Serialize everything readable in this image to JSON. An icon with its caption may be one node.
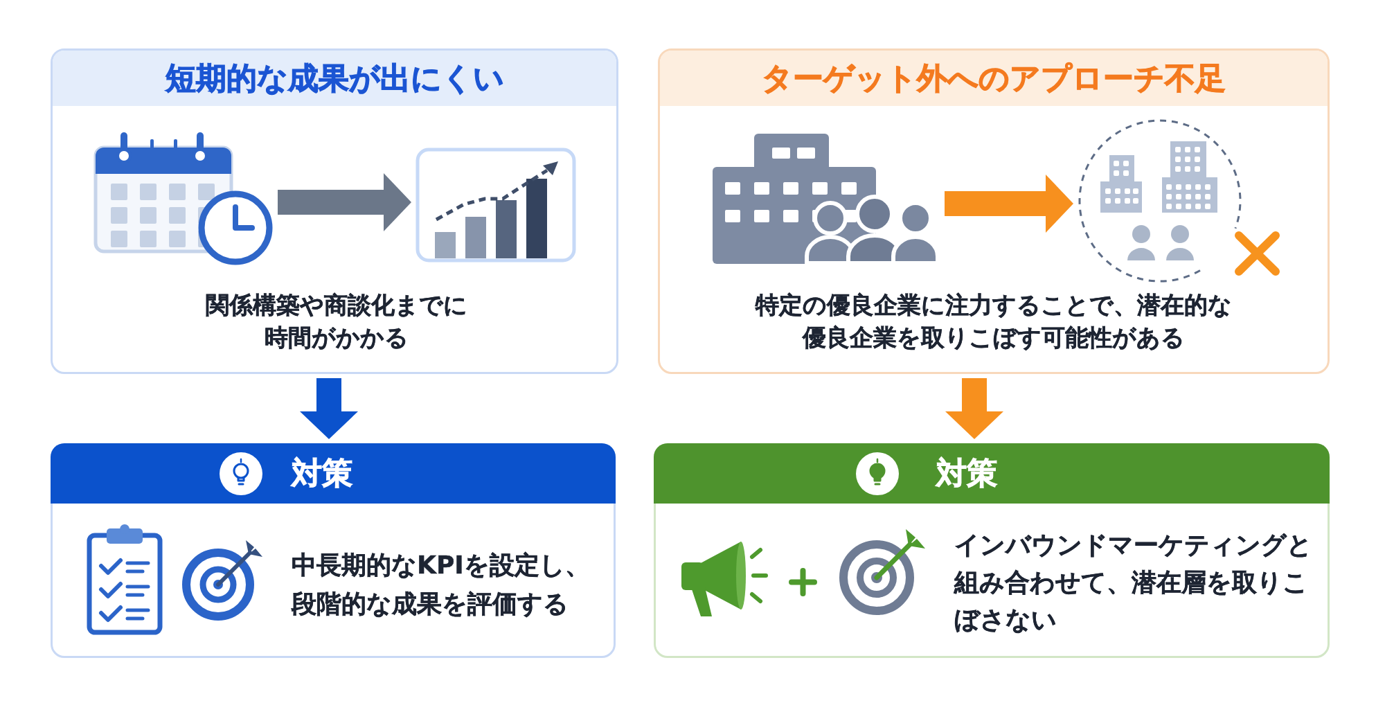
{
  "diagram": {
    "nodes": [
      {
        "text": [
          "短期的な成果が出にくい",
          "関係構築や商談化までに時間がかかる"
        ]
      },
      {
        "text": [],
        "shape": "picture",
        "in": 0
      },
      {
        "text": [],
        "shape": "picture",
        "in": 0
      },
      {
        "text": [
          "ターゲット外へのアプローチ不足",
          "特定の優良企業に注力することで、潜在的な優良企業を取りこぼす可能性がある"
        ]
      },
      {
        "text": [],
        "shape": "picture",
        "in": 3
      },
      {
        "text": [],
        "shape": "picture",
        "in": 3
      },
      {
        "text": [
          "対策",
          "**中長期的なKPI**を設定し、段階的な成果を評価する"
        ]
      },
      {
        "text": [
          "対策",
          "**インバウンドマーケティング**と組み合わせて、潜在層を取りこぼさない"
        ]
      }
    ],
    "edges": [
      {
        "from": 1,
        "to": 2,
        "arrow": "to",
        "color": "#6b7789"
      },
      {
        "from": 4,
        "to": 5,
        "arrow": "to",
        "color": "#f7901e"
      },
      {
        "from": 0,
        "to": 6,
        "arrow": "to",
        "color": "#0b52cc"
      },
      {
        "from": 3,
        "to": 7,
        "arrow": "to",
        "color": "#f7901e"
      }
    ]
  }
}
